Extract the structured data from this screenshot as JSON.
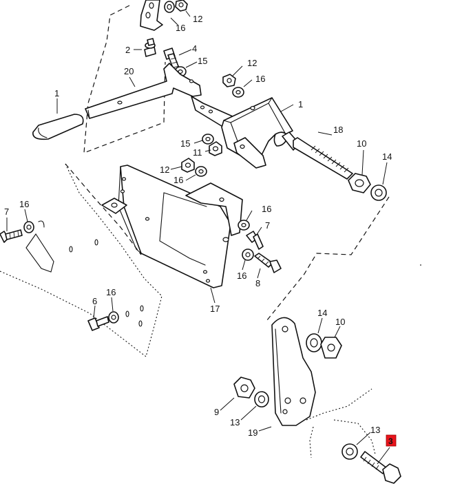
{
  "callouts": {
    "c_12_top": "12",
    "c_16_top": "16",
    "c_2": "2",
    "c_4": "4",
    "c_15_a": "15",
    "c_20": "20",
    "c_12_b": "12",
    "c_16_b": "16",
    "c_1_left": "1",
    "c_1_right": "1",
    "c_15_b": "15",
    "c_11": "11",
    "c_18": "18",
    "c_10_a": "10",
    "c_14_a": "14",
    "c_12_c": "12",
    "c_16_c": "16",
    "c_7_left": "7",
    "c_16_d": "16",
    "c_16_e": "16",
    "c_7_right": "7",
    "c_16_f": "16",
    "c_8": "8",
    "c_17": "17",
    "c_6": "6",
    "c_16_g": "16",
    "c_14_b": "14",
    "c_10_b": "10",
    "c_9": "9",
    "c_13_a": "13",
    "c_19": "19",
    "c_13_b": "13",
    "c_3_highlight": "3"
  },
  "colors": {
    "highlight": "#e8141c",
    "line": "#111111",
    "background": "#ffffff"
  }
}
